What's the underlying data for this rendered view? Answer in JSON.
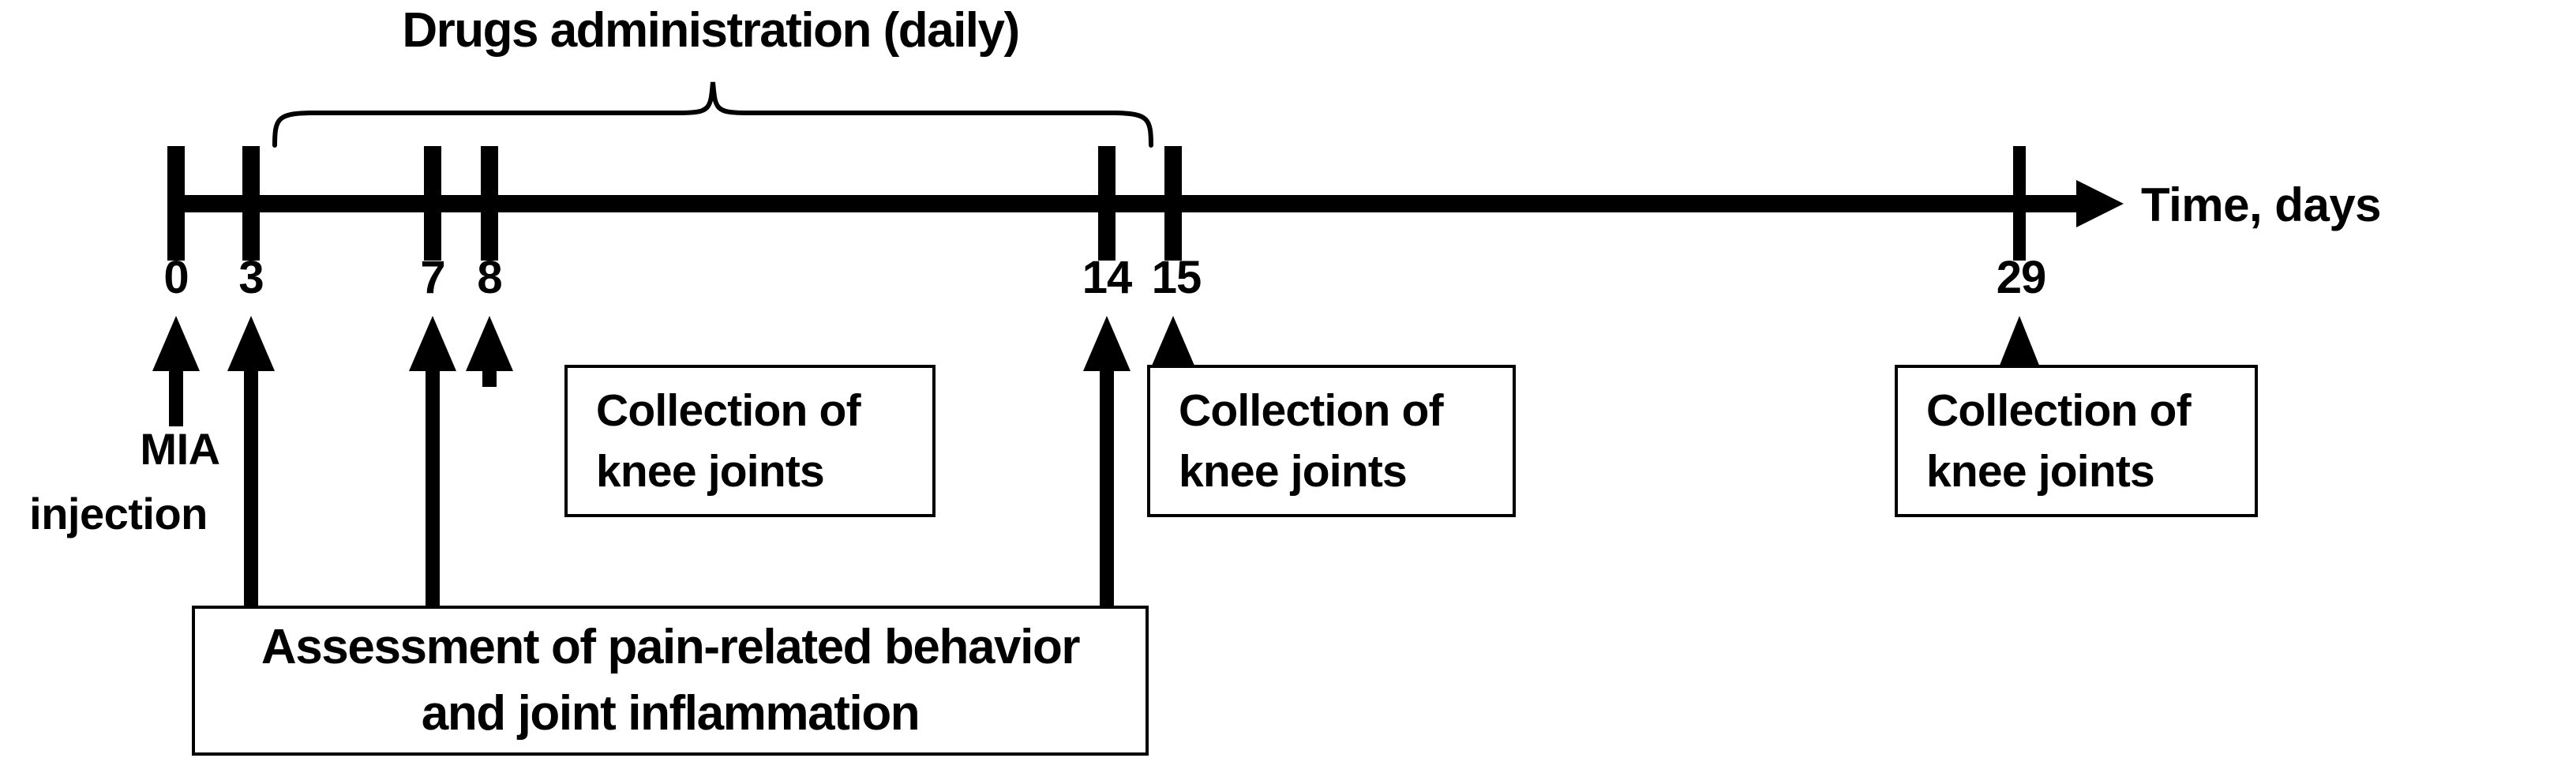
{
  "figure": {
    "type": "experimental-timeline",
    "axis_label": "Time, days",
    "bracket_label": "Drugs administration (daily)",
    "timeline_days": [
      0,
      3,
      7,
      8,
      14,
      15,
      29
    ],
    "tick_labels": [
      "0",
      "3",
      "7",
      "8",
      "14",
      "15",
      "29"
    ],
    "bracket_span_days": [
      3,
      14
    ],
    "colors": {
      "line": "#000000",
      "text": "#000000",
      "background": "#ffffff"
    }
  },
  "annotations": {
    "mia": {
      "line1": "MIA",
      "line2": "injection",
      "day": 0
    },
    "collection_box_1": {
      "line1": "Collection of",
      "line2": "knee joints",
      "day": 8
    },
    "collection_box_2": {
      "line1": "Collection of",
      "line2": "knee joints",
      "day": 15
    },
    "collection_box_3": {
      "line1": "Collection of",
      "line2": "knee joints",
      "day": 29
    },
    "assessment_box": {
      "line1": "Assessment of pain-related behavior",
      "line2": "and joint inflammation",
      "days": [
        3,
        7,
        14
      ]
    }
  }
}
